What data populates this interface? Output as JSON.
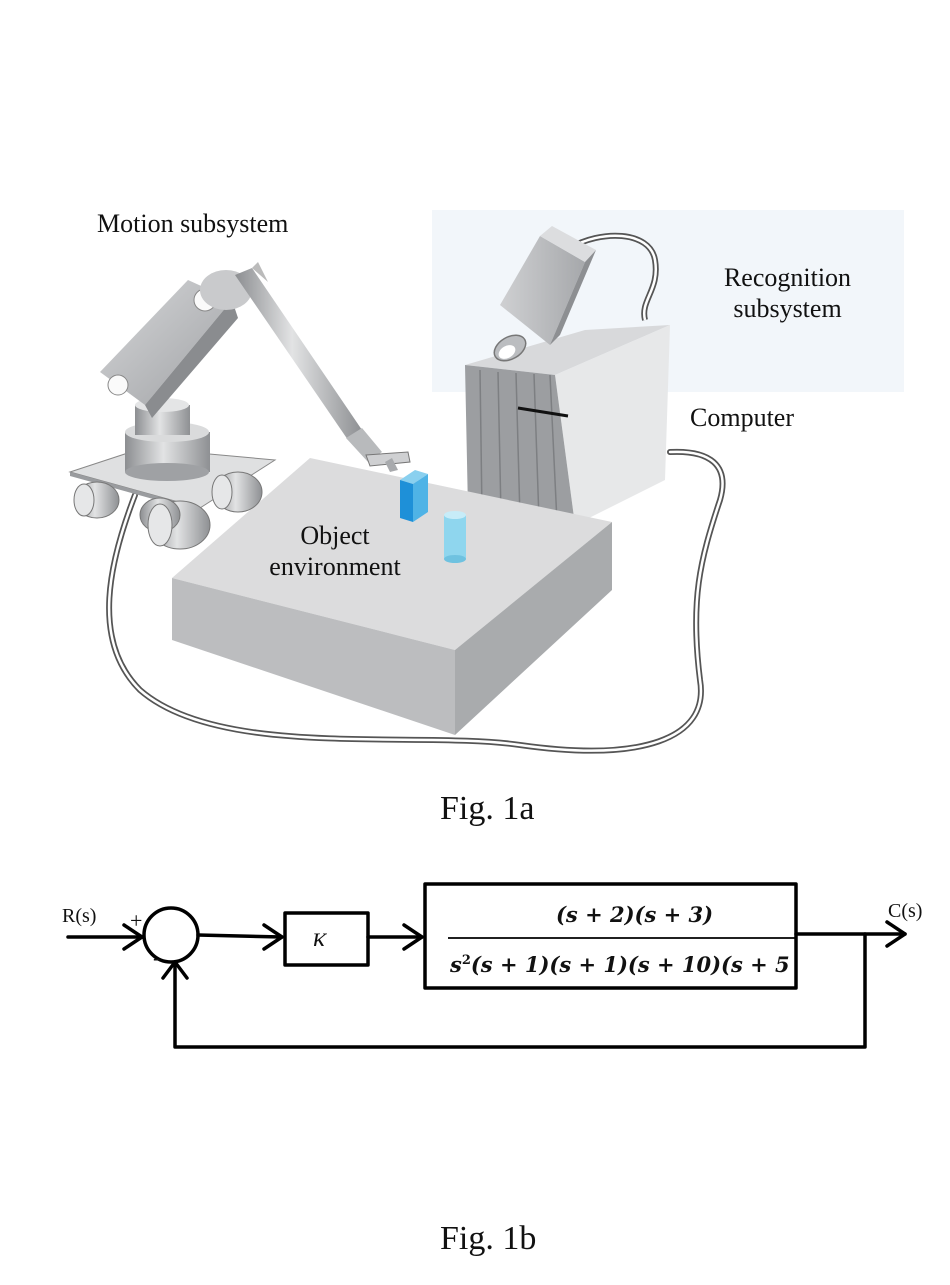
{
  "fig1a": {
    "labels": {
      "motion": "Motion subsystem",
      "recognition_line1": "Recognition",
      "recognition_line2": "subsystem",
      "computer": "Computer",
      "object_line1": "Object",
      "object_line2": "environment"
    },
    "caption": "Fig. 1a"
  },
  "fig1b": {
    "input": "R(s)",
    "output": "C(s)",
    "plus": "+",
    "minus": "-",
    "gain": "K",
    "numerator": "(s + 2)(s + 3)",
    "denominator_base": "s",
    "denominator_exp": "2",
    "denominator_rest": "(s + 1)(s + 1)(s + 10)(s + 5",
    "caption": "Fig. 1b"
  },
  "colors": {
    "cube_front": "#1e90d8",
    "cylinder": "#8fd6ee",
    "recognition_bg": "#f2f6fa"
  }
}
